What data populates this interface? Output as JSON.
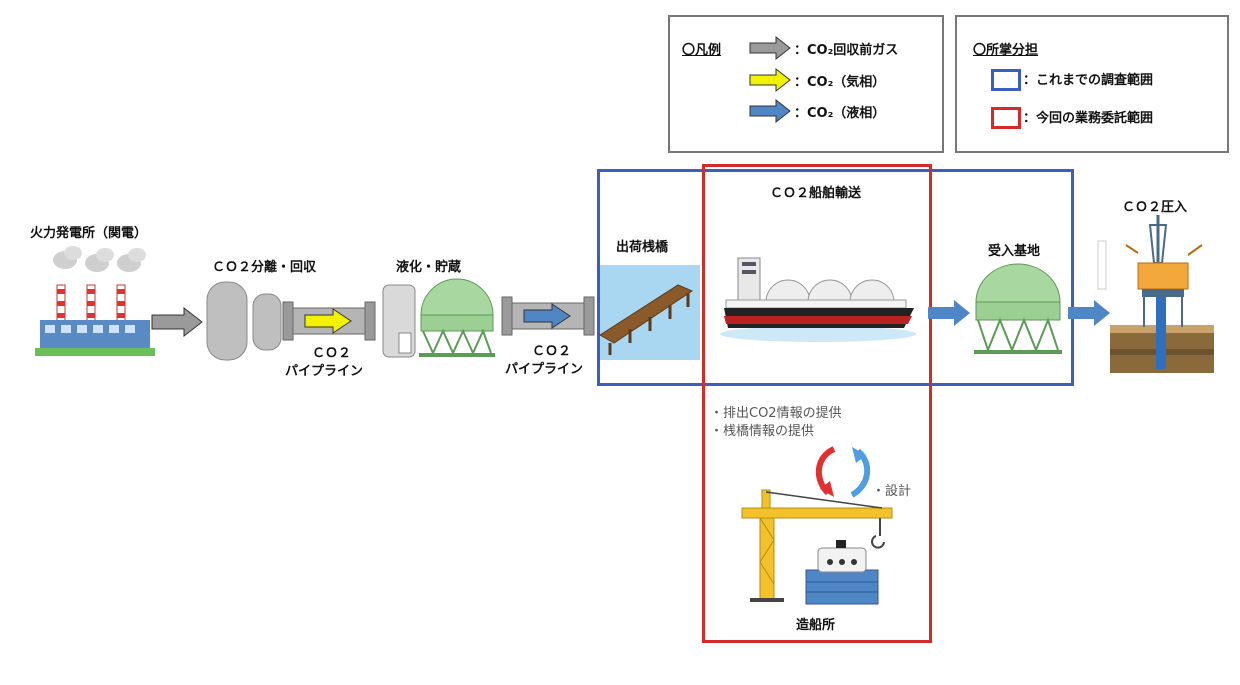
{
  "legend_flow": {
    "title": "〇凡例",
    "items": [
      {
        "label": "：CO₂回収前ガス",
        "color": "#9a9a9a"
      },
      {
        "label": "：CO₂（気相）",
        "color": "#f2f200"
      },
      {
        "label": "：CO₂（液相）",
        "color": "#4f86c6"
      }
    ]
  },
  "legend_scope": {
    "title": "〇所掌分担",
    "items": [
      {
        "label": "：これまでの調査範囲",
        "color": "#3b5fc0"
      },
      {
        "label": "：今回の業務委託範囲",
        "color": "#d42a2a"
      }
    ]
  },
  "stages": {
    "power_plant": "火力発電所（関電）",
    "separation": "ＣＯ２分離・回収",
    "pipeline1": [
      "ＣＯ２",
      "パイプライン"
    ],
    "liquefy": "液化・貯蔵",
    "pipeline2": [
      "ＣＯ２",
      "パイプライン"
    ],
    "pier": "出荷桟橋",
    "shipping": "ＣＯ２船舶輸送",
    "receiving": "受入基地",
    "injection": "ＣＯ２圧入",
    "shipyard": "造船所"
  },
  "notes": {
    "info1": "・排出CO2情報の提供",
    "info2": "・桟橋情報の提供",
    "design": "・設計"
  }
}
